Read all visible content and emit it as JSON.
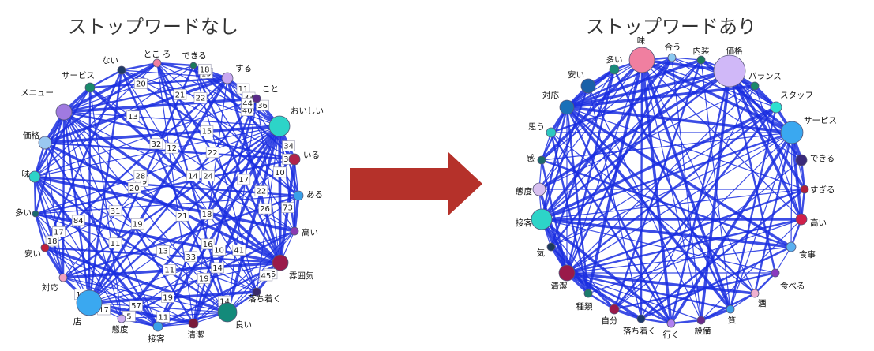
{
  "left": {
    "title": "ストップワードなし",
    "nodes": [
      {
        "label": "ない",
        "color": "#1f3b63"
      },
      {
        "label": "とこ ろ",
        "color": "#f07fa0"
      },
      {
        "label": "できる",
        "color": "#1a7a5a"
      },
      {
        "label": "する",
        "color": "#c9a8f0"
      },
      {
        "label": "こと",
        "color": "#5a2a8a"
      },
      {
        "label": "おいしい",
        "color": "#2dd4c8"
      },
      {
        "label": "いる",
        "color": "#b0224a"
      },
      {
        "label": "ある",
        "color": "#3aa0e8"
      },
      {
        "label": "高い",
        "color": "#8a3ab0"
      },
      {
        "label": "雰囲気",
        "color": "#9a1a4a"
      },
      {
        "label": "落ち着く",
        "color": "#3a2a6a"
      },
      {
        "label": "良い",
        "color": "#138a7a"
      },
      {
        "label": "清潔",
        "color": "#7a1a3a"
      },
      {
        "label": "接客",
        "color": "#3aa0e8"
      },
      {
        "label": "態度",
        "color": "#d0b0f0"
      },
      {
        "label": "店",
        "color": "#3aa8f0"
      },
      {
        "label": "対応",
        "color": "#f0a0c0"
      },
      {
        "label": "安い",
        "color": "#c0203a"
      },
      {
        "label": "多い",
        "color": "#1a6a6a"
      },
      {
        "label": "味",
        "color": "#2dd4c8"
      },
      {
        "label": "価格",
        "color": "#9ac8f0"
      },
      {
        "label": "メニュー",
        "color": "#a07ae0"
      },
      {
        "label": "サービス",
        "color": "#1a8a6a"
      }
    ],
    "edge_labels": [
      "11",
      "14",
      "21",
      "13",
      "41",
      "19",
      "19",
      "57",
      "11",
      "5",
      "17",
      "10",
      "18",
      "17",
      "84",
      "19",
      "18",
      "11",
      "33",
      "40",
      "19",
      "59",
      "32",
      "21",
      "20",
      "22",
      "44",
      "36",
      "34",
      "32",
      "22",
      "14",
      "16",
      "18",
      "24",
      "31",
      "28",
      "12",
      "15",
      "13",
      "22",
      "17",
      "26",
      "10",
      "73",
      "35",
      "45",
      "14",
      "11",
      "33",
      "10",
      "20"
    ]
  },
  "right": {
    "title": "ストップワードあり",
    "nodes": [
      {
        "label": "味",
        "color": "#f07fa0"
      },
      {
        "label": "合う",
        "color": "#8ac8f0"
      },
      {
        "label": "内装",
        "color": "#1a7a5a"
      },
      {
        "label": "価格",
        "color": "#d0b8f8"
      },
      {
        "label": "バランス",
        "color": "#1a8a6a"
      },
      {
        "label": "スタッフ",
        "color": "#2de0d0"
      },
      {
        "label": "サービス",
        "color": "#3aa8f0"
      },
      {
        "label": "できる",
        "color": "#3a2a7a"
      },
      {
        "label": "すぎる",
        "color": "#b0203a"
      },
      {
        "label": "高い",
        "color": "#d0204a"
      },
      {
        "label": "食事",
        "color": "#5ab0f0"
      },
      {
        "label": "食べる",
        "color": "#8a3ac0"
      },
      {
        "label": "酒",
        "color": "#f0b0d0"
      },
      {
        "label": "質",
        "color": "#3aa0e8"
      },
      {
        "label": "設備",
        "color": "#6a2a8a"
      },
      {
        "label": "行く",
        "color": "#b080f0"
      },
      {
        "label": "落ち着く",
        "color": "#1a3a6a"
      },
      {
        "label": "自分",
        "color": "#9a1a4a"
      },
      {
        "label": "種類",
        "color": "#1a7a6a"
      },
      {
        "label": "清潔",
        "color": "#9a1a4a"
      },
      {
        "label": "気",
        "color": "#1a3a5a"
      },
      {
        "label": "接客",
        "color": "#2dd4c8"
      },
      {
        "label": "態度",
        "color": "#d8c0f0"
      },
      {
        "label": "感",
        "color": "#1a6a6a"
      },
      {
        "label": "思う",
        "color": "#2dc8c0"
      },
      {
        "label": "対応",
        "color": "#1a70b8"
      },
      {
        "label": "安い",
        "color": "#1a60a8"
      },
      {
        "label": "多い",
        "color": "#1a8a7a"
      }
    ]
  }
}
